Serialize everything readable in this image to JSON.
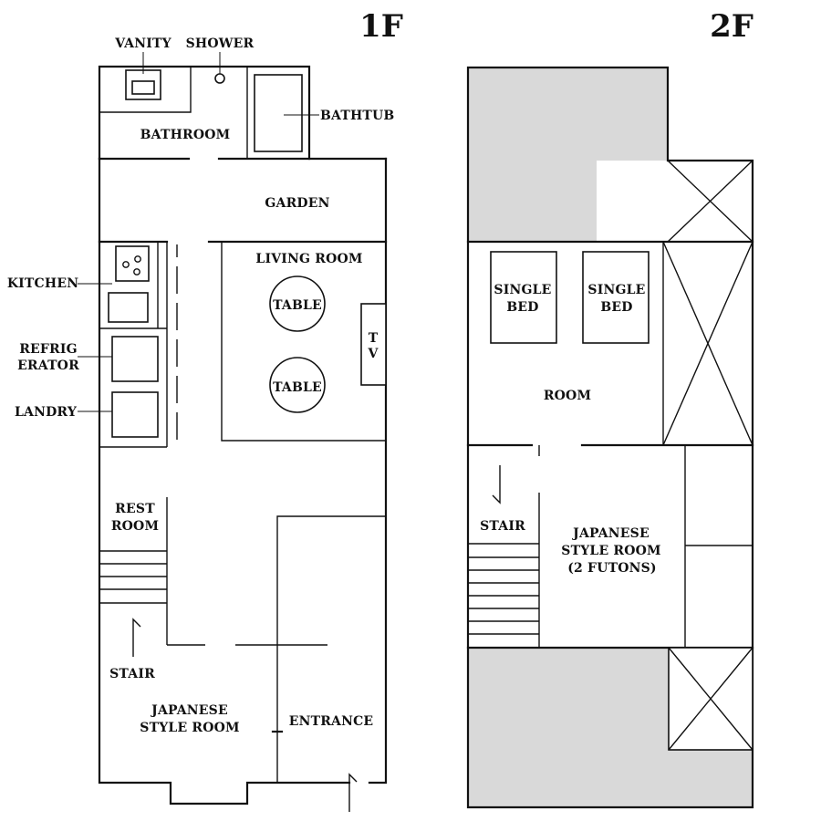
{
  "floors": {
    "f1": {
      "title": "1F",
      "labels": {
        "vanity": "VANITY",
        "shower": "SHOWER",
        "bathtub": "BATHTUB",
        "bathroom": "BATHROOM",
        "garden": "GARDEN",
        "living_room": "LIVING ROOM",
        "kitchen": "KITCHEN",
        "refrigerator_1": "REFRIG",
        "refrigerator_2": "ERATOR",
        "laundry": "LANDRY",
        "table_1": "TABLE",
        "table_2": "TABLE",
        "tv_1": "T",
        "tv_2": "V",
        "restroom_1": "REST",
        "restroom_2": "ROOM",
        "stair": "STAIR",
        "japanese_room_1": "JAPANESE",
        "japanese_room_2": "STYLE ROOM",
        "entrance": "ENTRANCE"
      }
    },
    "f2": {
      "title": "2F",
      "labels": {
        "bed1_1": "SINGLE",
        "bed1_2": "BED",
        "bed2_1": "SINGLE",
        "bed2_2": "BED",
        "room": "ROOM",
        "stair": "STAIR",
        "japanese_room_1": "JAPANESE",
        "japanese_room_2": "STYLE ROOM",
        "japanese_room_3": "(2 FUTONS)"
      }
    }
  },
  "colors": {
    "line": "#111111",
    "void": "#d9d9d9",
    "background": "#ffffff"
  }
}
